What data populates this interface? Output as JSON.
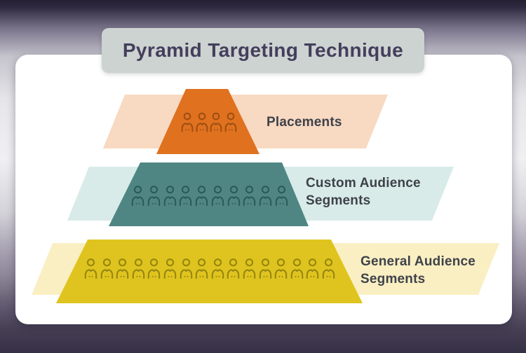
{
  "title": "Pyramid Targeting Technique",
  "theme": {
    "background_top": "#251f33",
    "background_mid": "#f0f0f2",
    "background_bottom": "#363046",
    "card_bg": "#ffffff",
    "title_box_bg": "#ccd3d1",
    "title_text": "#443e5c",
    "label_text": "#3e424a"
  },
  "levels": [
    {
      "label": "Placements",
      "fill": "#e0711f",
      "band_color": "#f8d9c2",
      "icon_color": "#9c4e12",
      "icon_count": 4,
      "icon_name": "person-icon"
    },
    {
      "label": "Custom Audience\nSegments",
      "fill": "#4f8683",
      "band_color": "#d8ebe8",
      "icon_color": "#2c5a58",
      "icon_count": 10,
      "icon_name": "person-icon"
    },
    {
      "label": "General Audience\nSegments",
      "fill": "#dfc41f",
      "band_color": "#faefc3",
      "icon_color": "#97860f",
      "icon_count": 16,
      "icon_name": "person-icon"
    }
  ]
}
